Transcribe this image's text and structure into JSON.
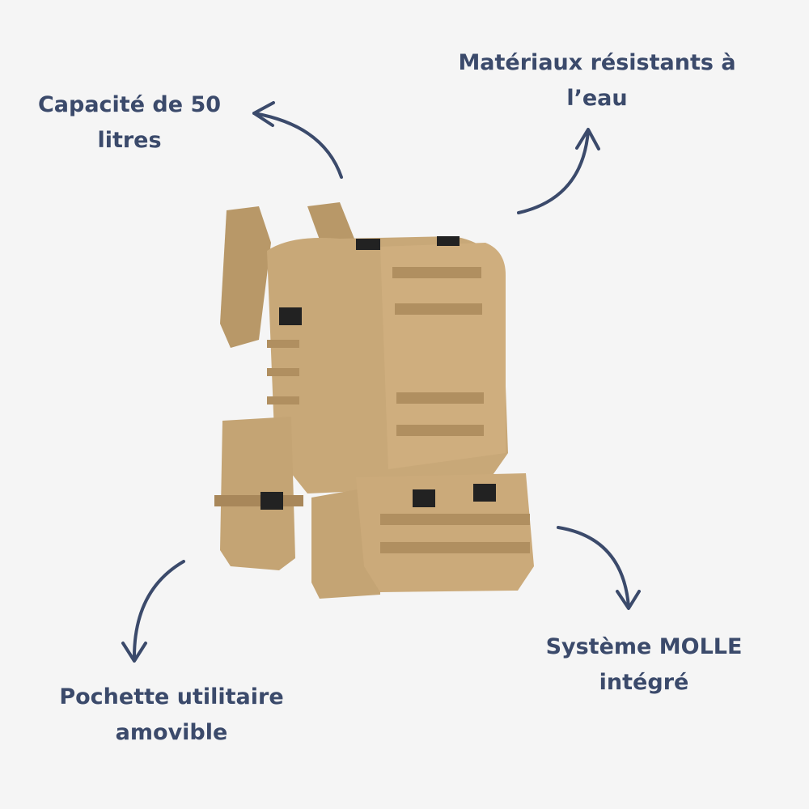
{
  "features": [
    {
      "lines": [
        "Capacité de 50",
        "litres"
      ]
    },
    {
      "lines": [
        "Matériaux résistants à",
        "l’eau"
      ]
    },
    {
      "lines": [
        "Pochette utilitaire",
        "amovible"
      ]
    },
    {
      "lines": [
        "Système MOLLE",
        "intégré"
      ]
    }
  ],
  "product_image": "tactical-backpack-khaki",
  "colors": {
    "background": "#f5f5f5",
    "text": "#3b4a6b",
    "arrow": "#3b4a6b",
    "khaki": "#c8a878"
  }
}
